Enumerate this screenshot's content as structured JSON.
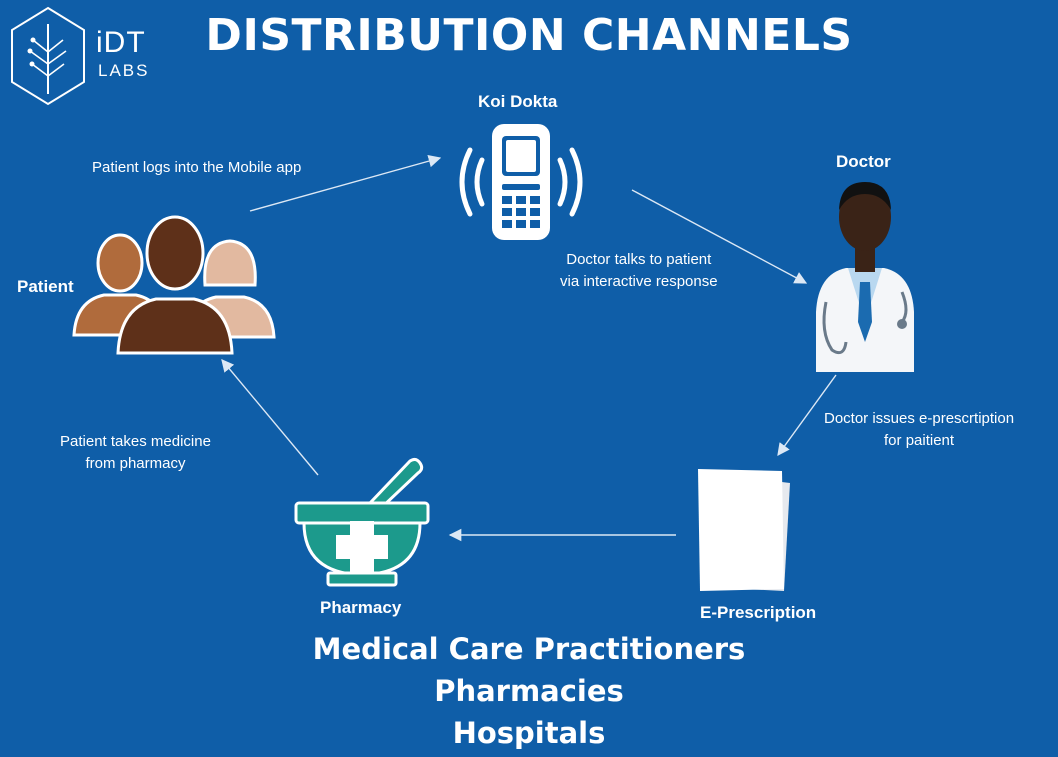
{
  "brand": {
    "name": "iDT",
    "sub": "LABS"
  },
  "title": "DISTRIBUTION CHANNELS",
  "nodes": {
    "phone": "Koi Dokta",
    "doctor": "Doctor",
    "patient": "Patient",
    "pharmacy": "Pharmacy",
    "prescription": "E-Prescription"
  },
  "steps": {
    "login": "Patient logs into the Mobile app",
    "talk": [
      "Doctor talks to patient",
      "via interactive response"
    ],
    "issue": [
      "Doctor issues e-prescrtiption",
      "for paitient"
    ],
    "takes": [
      "Patient takes medicine",
      "from pharmacy"
    ]
  },
  "footer": [
    "Medical Care Practitioners",
    "Pharmacies",
    "Hospitals"
  ],
  "colors": {
    "background": "#0f5ea8",
    "pharmacy_teal": "#1c9a8c",
    "arrow": "#dce8f5"
  }
}
